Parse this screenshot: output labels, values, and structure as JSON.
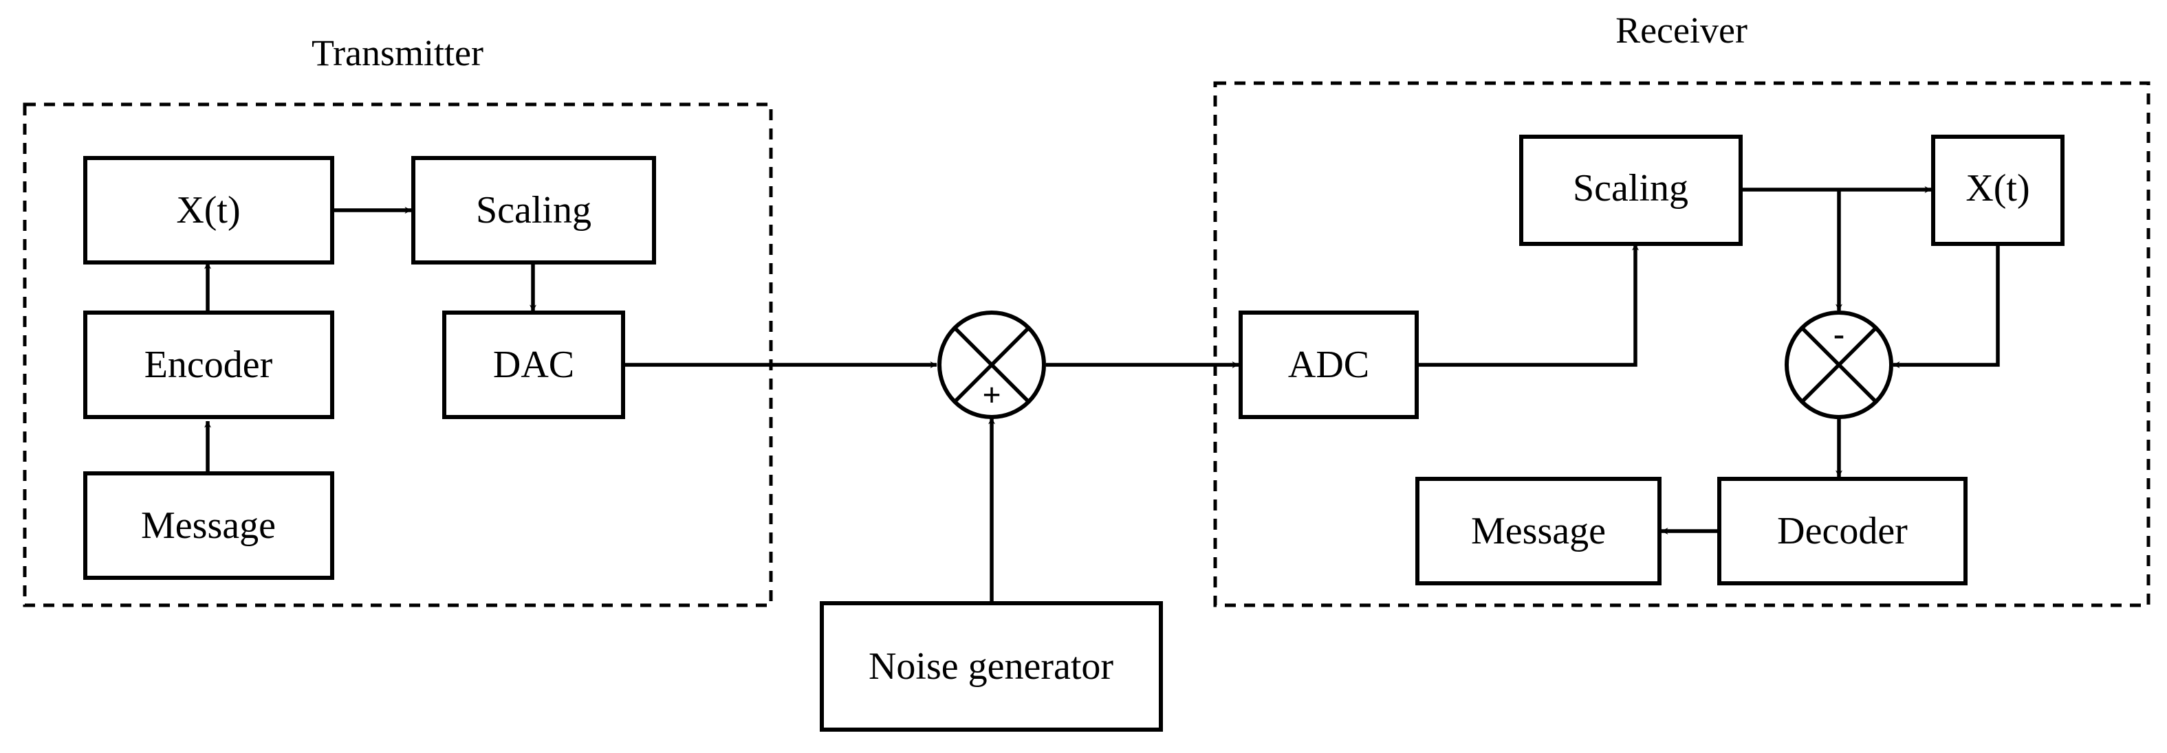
{
  "transmitter": {
    "title": "Transmitter",
    "x_block": "X(t)",
    "scaling": "Scaling",
    "encoder": "Encoder",
    "dac": "DAC",
    "message": "Message"
  },
  "channel": {
    "noise_generator": "Noise generator",
    "mixer_sign": "+"
  },
  "receiver": {
    "title": "Receiver",
    "adc": "ADC",
    "scaling": "Scaling",
    "x_block": "X(t)",
    "mixer_sign": "-",
    "decoder": "Decoder",
    "message": "Message"
  }
}
